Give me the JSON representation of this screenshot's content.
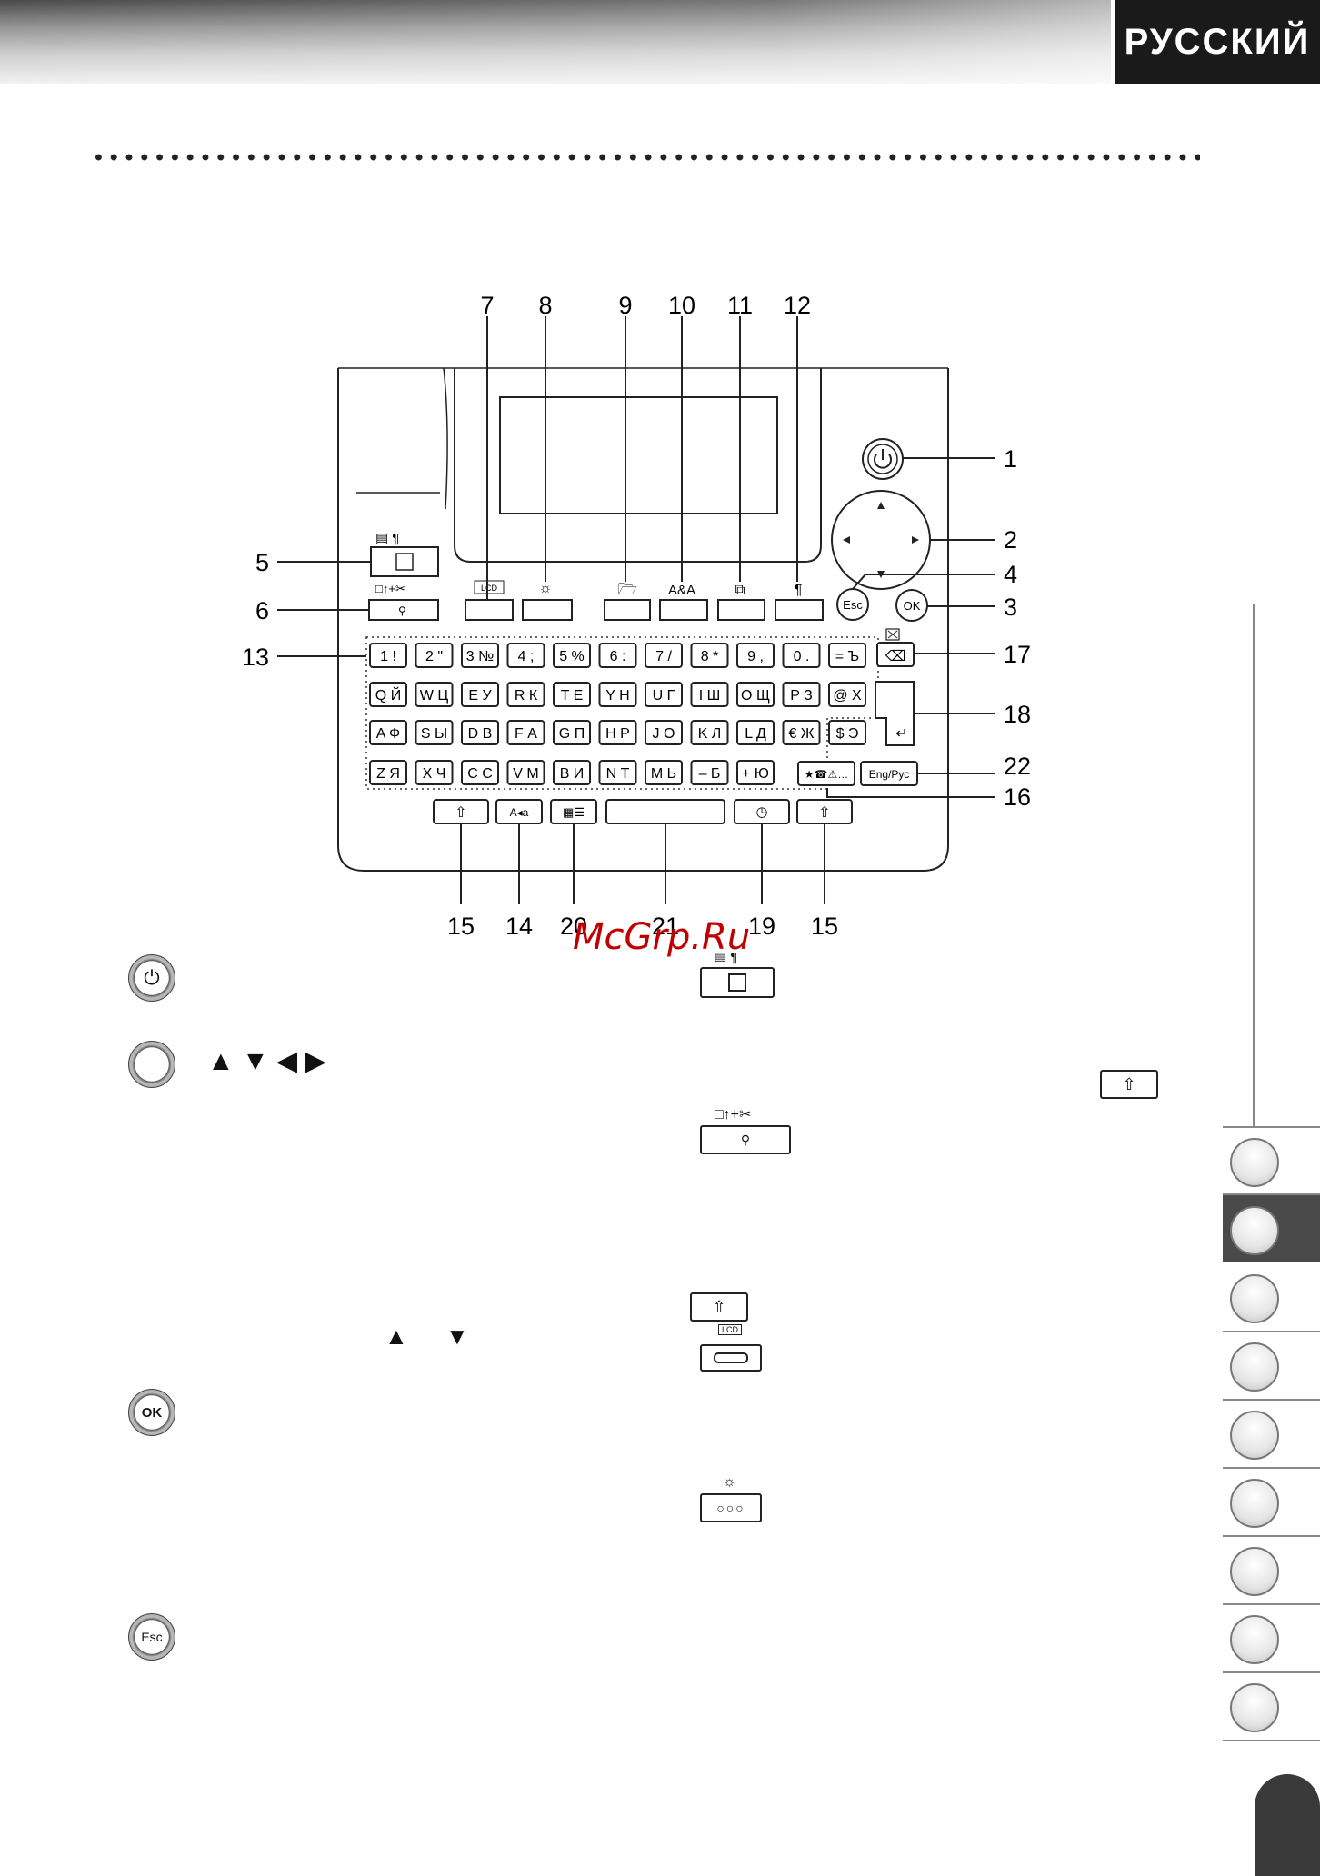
{
  "header": {
    "language": "РУССКИЙ"
  },
  "callouts": [
    "1",
    "2",
    "3",
    "4",
    "5",
    "6",
    "7",
    "8",
    "9",
    "10",
    "11",
    "12",
    "13",
    "15",
    "14",
    "20",
    "21",
    "19",
    "15",
    "16",
    "17",
    "18",
    "22"
  ],
  "keyboard": {
    "lcd_label": "LCD",
    "esc_label": "Esc",
    "ok_label": "OK",
    "eng_rus_label": "Eng/Рус",
    "case_label": "A◂a",
    "rows": [
      [
        "1 !",
        "2 \"",
        "3 №",
        "4 ;",
        "5 %",
        "6 :",
        "7 /",
        "8 *",
        "9 ,",
        "0 .",
        "= Ъ"
      ],
      [
        "Q Й",
        "W Ц",
        "E У",
        "R К",
        "T Е",
        "Y Н",
        "U Г",
        "I Ш",
        "O Щ",
        "P З",
        "@ Х"
      ],
      [
        "A Ф",
        "S Ы",
        "D В",
        "F А",
        "G П",
        "H Р",
        "J О",
        "K Л",
        "L Д",
        "€ Ж",
        "$ Э"
      ],
      [
        "Z Я",
        "X Ч",
        "C С",
        "V М",
        "B И",
        "N Т",
        "M Ь",
        "– Б",
        "+ Ю"
      ]
    ]
  },
  "watermark": "McGrp.Ru",
  "arrows": {
    "four": "▲ ▼ ◀ ▶",
    "up": "▲",
    "down": "▼"
  },
  "icons": {
    "power_label": "⏻",
    "ok_label": "OK",
    "esc_label": "Esc",
    "lcd_label": "LCD",
    "backlight_dots": "○○○"
  }
}
